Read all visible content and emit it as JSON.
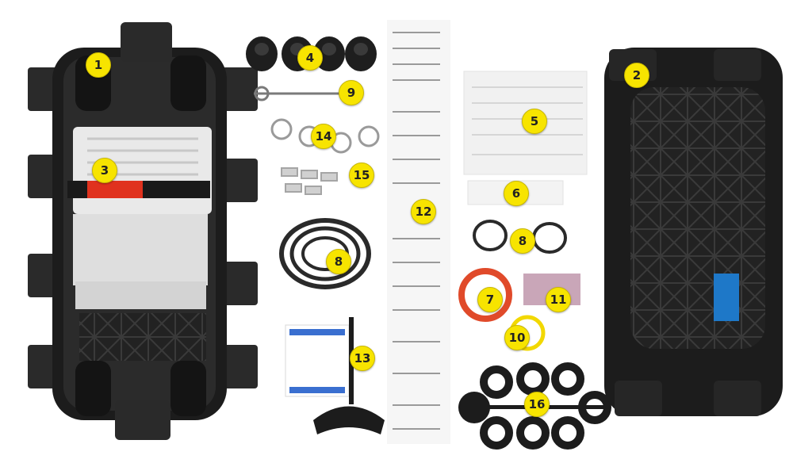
{
  "badges": [
    {
      "id": "1",
      "label": "1"
    },
    {
      "id": "2",
      "label": "2"
    },
    {
      "id": "3",
      "label": "3"
    },
    {
      "id": "4",
      "label": "4"
    },
    {
      "id": "5",
      "label": "5"
    },
    {
      "id": "6",
      "label": "6"
    },
    {
      "id": "7",
      "label": "7"
    },
    {
      "id": "8a",
      "label": "8"
    },
    {
      "id": "8b",
      "label": "8"
    },
    {
      "id": "9",
      "label": "9"
    },
    {
      "id": "10",
      "label": "10"
    },
    {
      "id": "11",
      "label": "11"
    },
    {
      "id": "12",
      "label": "12"
    },
    {
      "id": "13",
      "label": "13"
    },
    {
      "id": "14",
      "label": "14"
    },
    {
      "id": "15",
      "label": "15"
    },
    {
      "id": "16",
      "label": "16"
    }
  ],
  "colors": {
    "background": "#ffffff",
    "housing": "#1c1c1c",
    "badge": "#f7e400",
    "strap": "#e0321e",
    "tray": "#e9e9e9",
    "spiral_wrap": "#f2d800",
    "tape_ring": "#e04a2a",
    "sticker": "#1e78c8"
  }
}
